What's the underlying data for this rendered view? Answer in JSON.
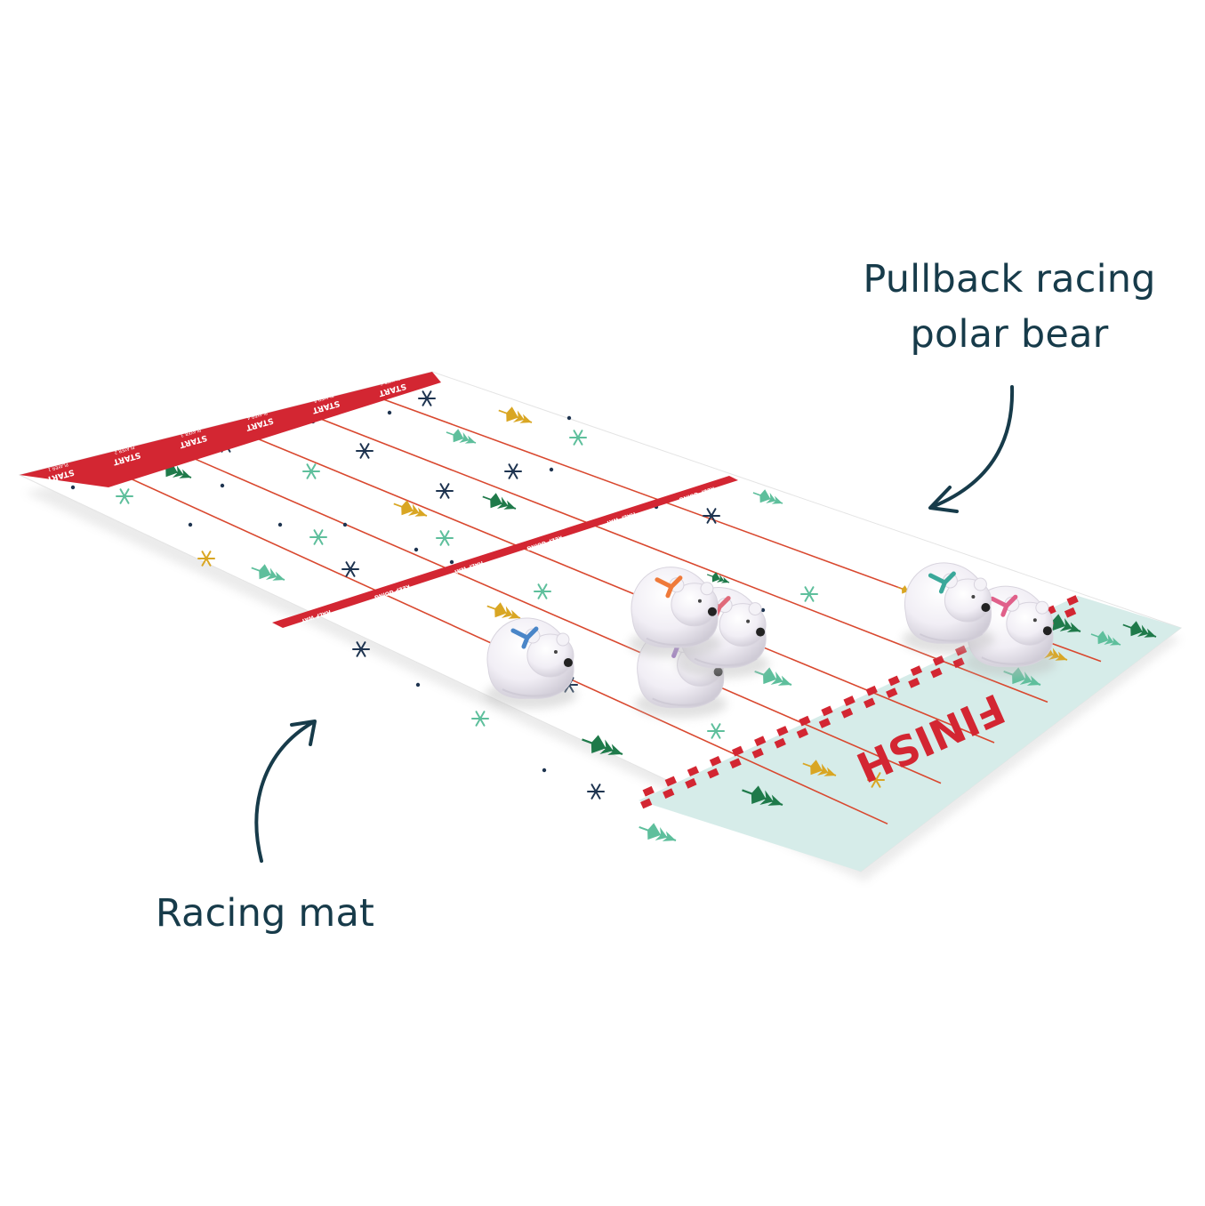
{
  "callouts": {
    "bear": {
      "line1": "Pullback racing",
      "line2": "polar bear"
    },
    "mat": {
      "label": "Racing mat"
    }
  },
  "mat": {
    "start_label": "START",
    "player_labels": [
      "PLAYER 1",
      "PLAYER 2",
      "PLAYER 3",
      "PLAYER 4",
      "PLAYER 5",
      "PLAYER 6"
    ],
    "midline_labels": [
      "HALF WAY",
      "KEEP GOING",
      "HALF WAY",
      "KEEP GOING",
      "HALF WAY",
      "KEEP GOING"
    ],
    "finish_label": "FINISH",
    "lane_count": 6
  },
  "bears": [
    {
      "name": "bear-blue",
      "scarf_color": "#4a86c8",
      "progress": 0.57
    },
    {
      "name": "bear-purple",
      "scarf_color": "#9b74c2",
      "progress": 0.68
    },
    {
      "name": "bear-red",
      "scarf_color": "#e06a7a",
      "progress": 0.66
    },
    {
      "name": "bear-orange",
      "scarf_color": "#ef7a3a",
      "progress": 0.6
    },
    {
      "name": "bear-pink",
      "scarf_color": "#e0608a",
      "progress": 0.88
    },
    {
      "name": "bear-teal",
      "scarf_color": "#3aa89a",
      "progress": 0.8
    }
  ],
  "colors": {
    "text": "#173b4a",
    "mat_red": "#d32632",
    "lane_line": "#d9482f",
    "finish_bg": "#d6ece9",
    "tree_green": "#1f7a4a",
    "tree_mint": "#5ebf9c",
    "gold": "#d9a623",
    "navy": "#1e3450"
  }
}
